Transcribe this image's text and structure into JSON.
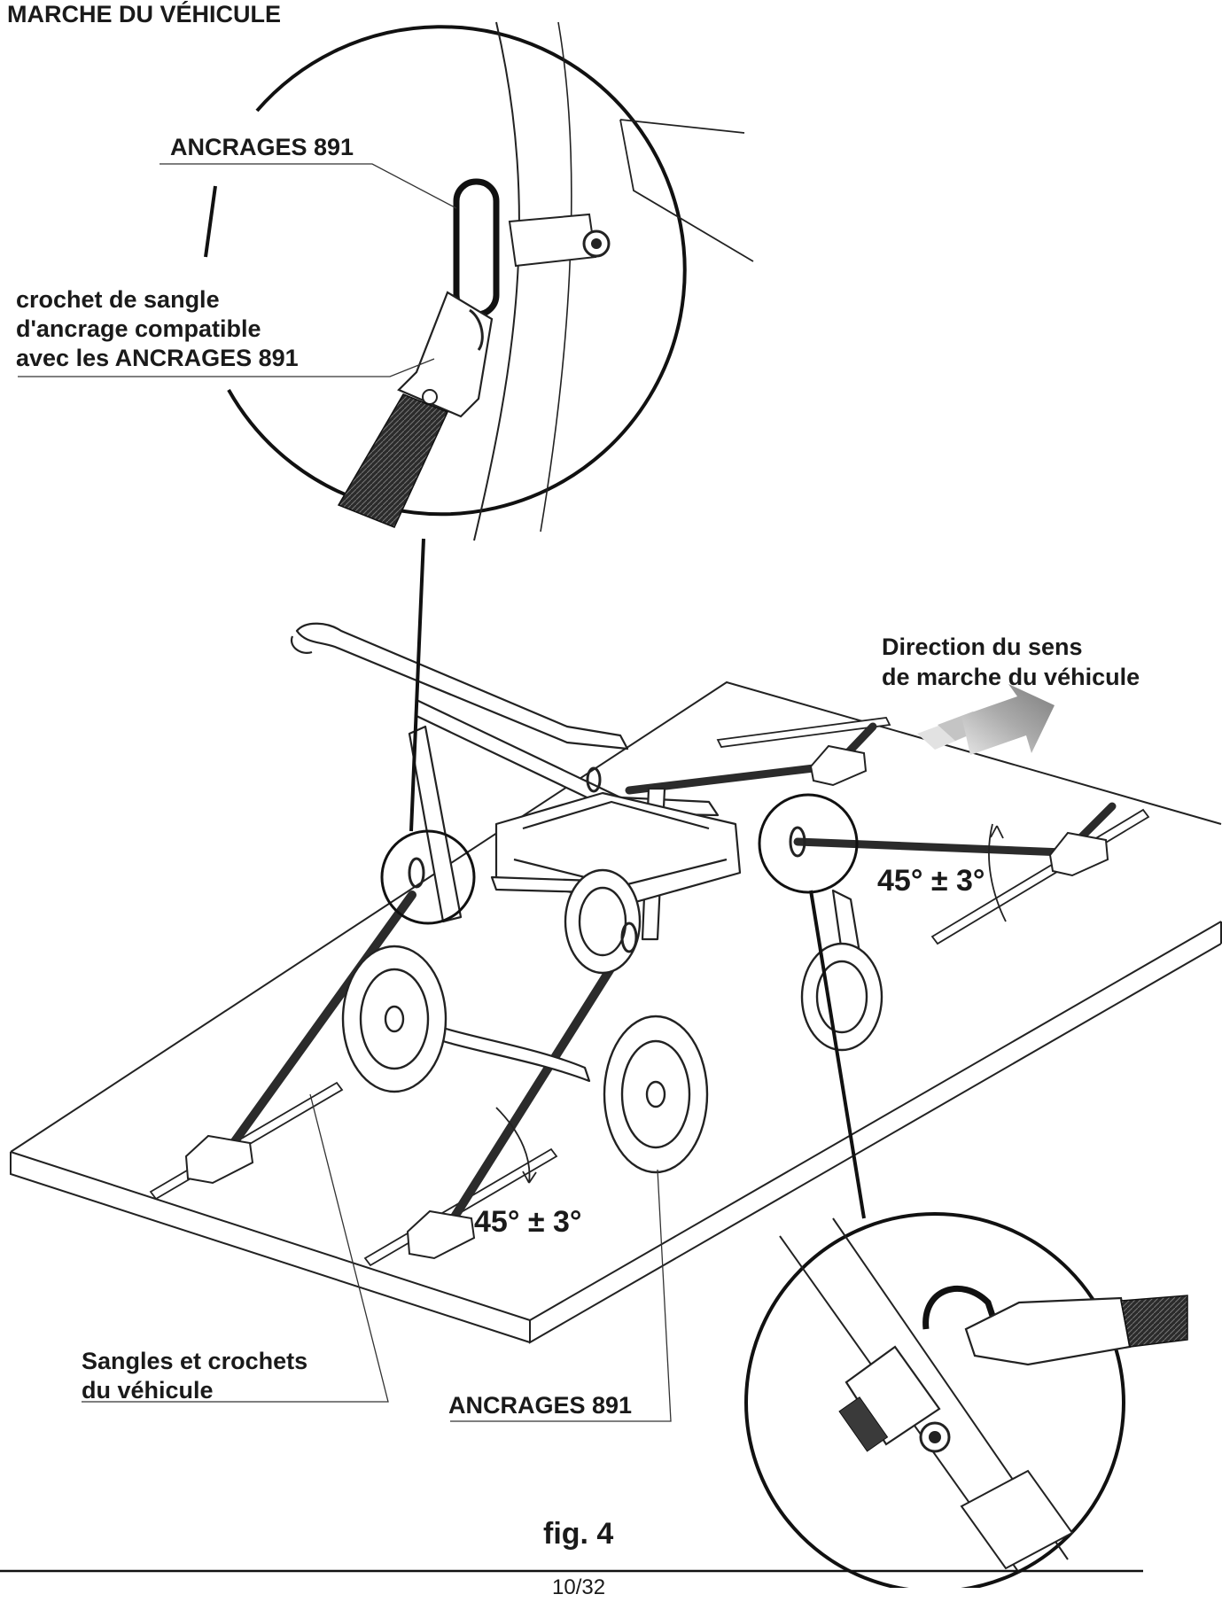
{
  "header": {
    "title": "MARCHE DU VÉHICULE"
  },
  "labels": {
    "anchor_top": "ANCRAGES 891",
    "hook_line1": "crochet de sangle",
    "hook_line2": "d'ancrage compatible",
    "hook_line3": "avec les ANCRAGES 891",
    "direction_line1": "Direction du sens",
    "direction_line2": "de marche du véhicule",
    "angle_right": "45° ± 3°",
    "angle_left": "45° ± 3°",
    "straps_line1": "Sangles et crochets",
    "straps_line2": "du véhicule",
    "anchor_bottom": "ANCRAGES 891"
  },
  "caption": "fig. 4",
  "page_number": "10/32",
  "colors": {
    "ink": "#1a1a1a",
    "arrow": "#8a8a8a",
    "strap": "#2b2b2b"
  }
}
